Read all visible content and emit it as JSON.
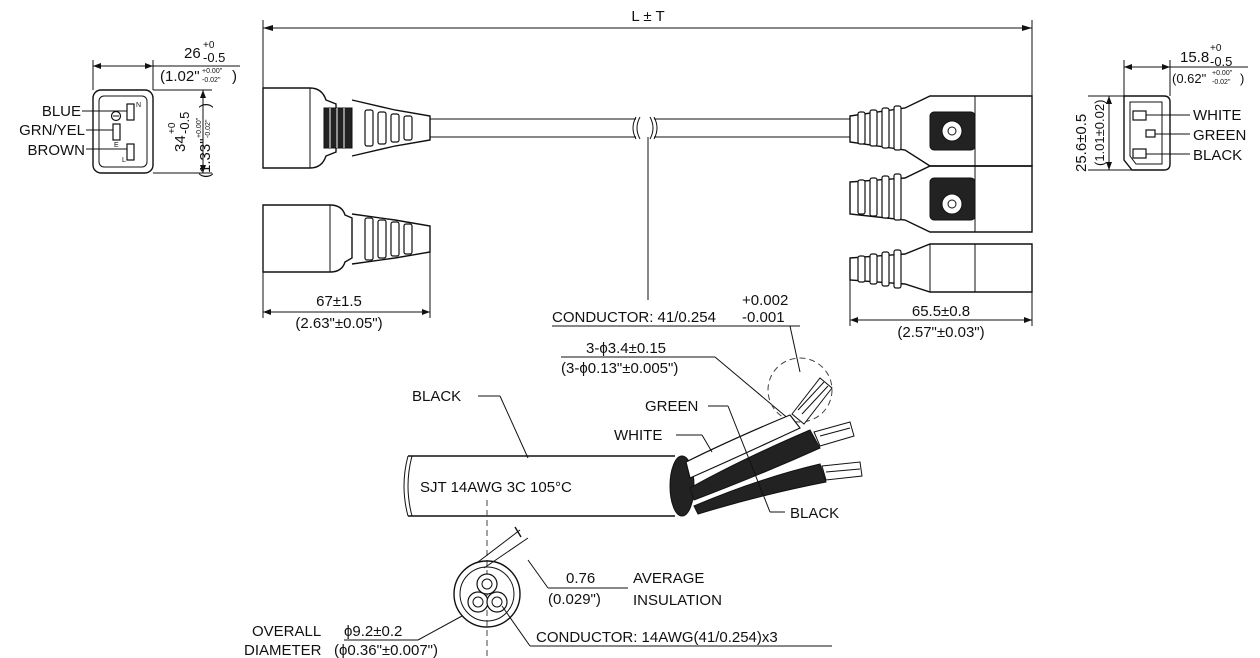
{
  "length_dimension": "L ± T",
  "inlet_end": {
    "width_mm": "26",
    "width_tol_upper": "+0",
    "width_tol_lower": "-0.5",
    "width_in": "(1.02\"",
    "width_in_tol_upper": "+0.00\"",
    "width_in_tol_lower": "-0.02\"",
    "width_in_close": ")",
    "height_mm": "34",
    "height_tol_upper": "+0",
    "height_tol_lower": "-0.5",
    "height_in": "(1.33\"",
    "height_in_tol_upper": "+0.00\"",
    "height_in_tol_lower": "-0.02\"",
    "height_in_close": ")",
    "wires": [
      "BLUE",
      "GRN/YEL",
      "BROWN"
    ],
    "pin_letters": [
      "N",
      "E",
      "L"
    ],
    "plug_length_mm": "67±1.5",
    "plug_length_in": "(2.63\"±0.05\")"
  },
  "outlet_end": {
    "width_mm": "15.8",
    "width_tol_upper": "+0",
    "width_tol_lower": "-0.5",
    "width_in": "(0.62\"",
    "width_in_tol_upper": "+0.00\"",
    "width_in_tol_lower": "-0.02\"",
    "width_in_close": ")",
    "height_mm": "25.6±0.5",
    "height_in": "(1.01±0.02)",
    "wires": [
      "WHITE",
      "GREEN",
      "BLACK"
    ],
    "connector_length_mm": "65.5±0.8",
    "connector_length_in": "(2.57\"±0.03\")"
  },
  "conductor_spec": {
    "label": "CONDUCTOR: 41/0.254",
    "tol_upper": "+0.002",
    "tol_lower": "-0.001"
  },
  "insulated_core_diameter": {
    "mm": "3-ϕ3.4±0.15",
    "inch": "(3-ϕ0.13\"±0.005\")"
  },
  "cable_detail": {
    "jacket_label": "BLACK",
    "cable_marking": "SJT 14AWG 3C 105°C",
    "core_labels": [
      "GREEN",
      "WHITE",
      "BLACK"
    ]
  },
  "cross_section": {
    "insulation_value": "0.76",
    "insulation_value_in": "(0.029\")",
    "insulation_label_1": "AVERAGE",
    "insulation_label_2": "INSULATION",
    "diameter_label_1": "OVERALL",
    "diameter_label_2": "DIAMETER",
    "diameter_mm": "ϕ9.2±0.2",
    "diameter_in": "(ϕ0.36\"±0.007\")",
    "conductor_label": "CONDUCTOR: 14AWG(41/0.254)x3"
  }
}
